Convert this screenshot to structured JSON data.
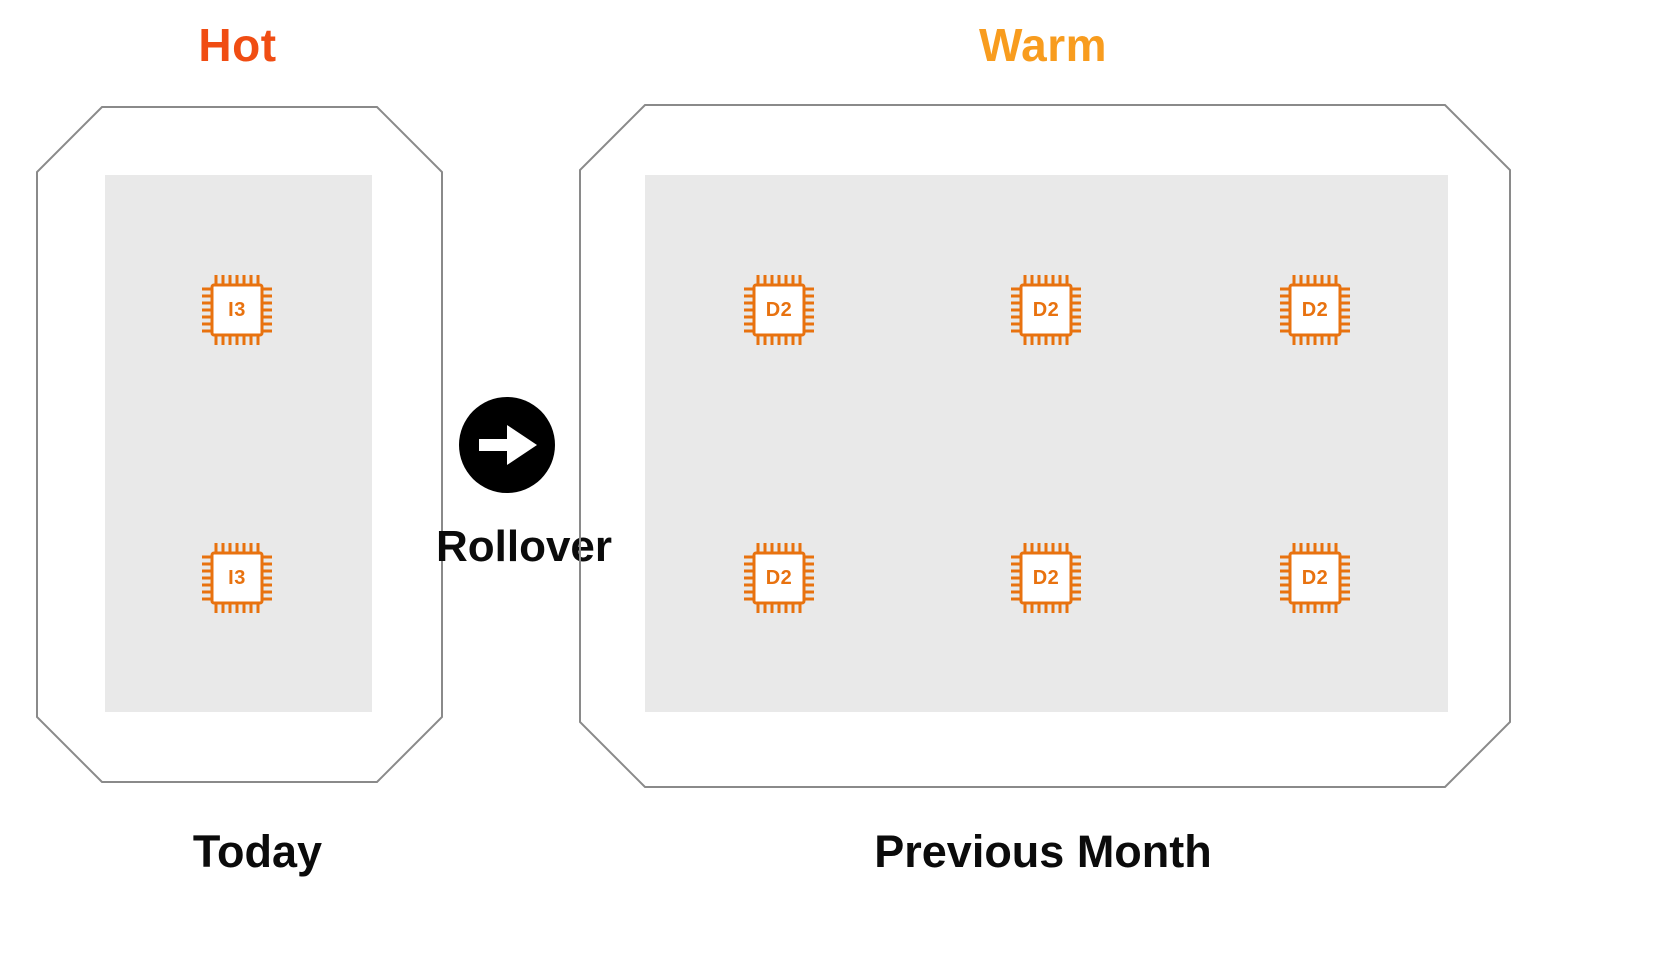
{
  "colors": {
    "hot": "#F04D13",
    "warm": "#F89C1E",
    "chip": "#E8720F",
    "panel_fill": "#E9E9E9",
    "container_border": "#8A8A8A",
    "arrow_bg": "#000000",
    "arrow_fg": "#FFFFFF",
    "label_text": "#0B0B0B"
  },
  "hot_section": {
    "title": "Hot",
    "caption": "Today",
    "chips": [
      {
        "label": "I3"
      },
      {
        "label": "I3"
      }
    ]
  },
  "warm_section": {
    "title": "Warm",
    "caption": "Previous Month",
    "chips": [
      {
        "label": "D2"
      },
      {
        "label": "D2"
      },
      {
        "label": "D2"
      },
      {
        "label": "D2"
      },
      {
        "label": "D2"
      },
      {
        "label": "D2"
      }
    ]
  },
  "rollover": {
    "label": "Rollover",
    "icon": "right-arrow-icon"
  }
}
